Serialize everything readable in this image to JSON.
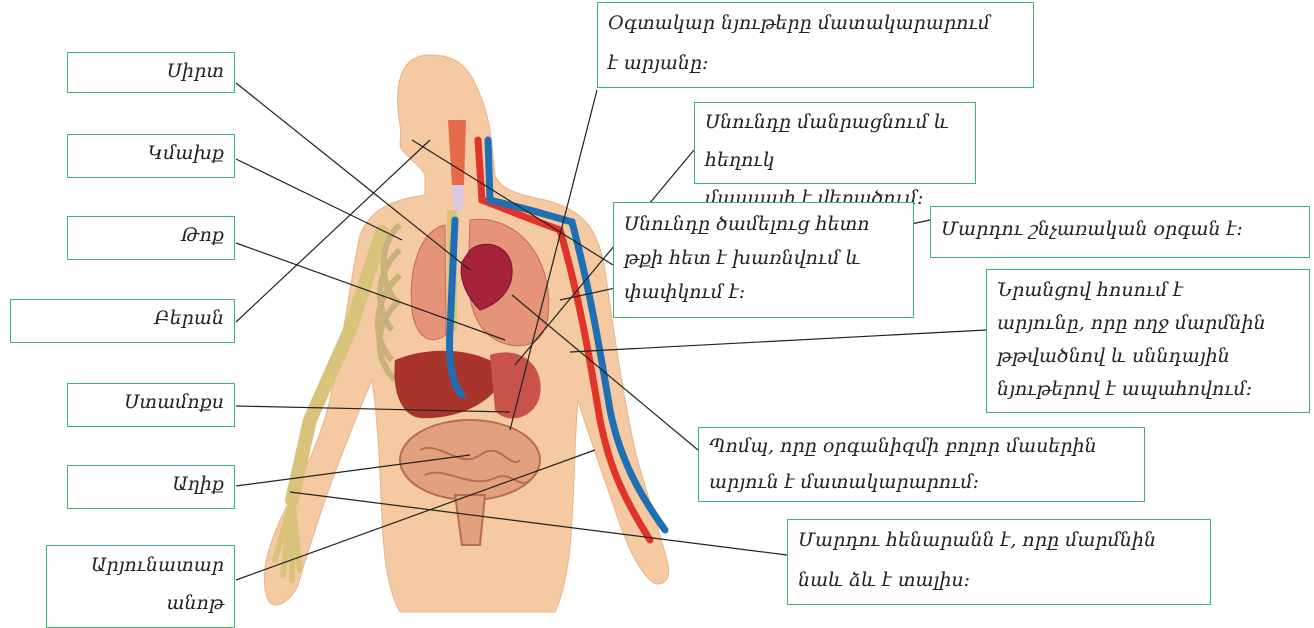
{
  "left_labels": {
    "heart": "Սիրտ",
    "pharynx": "Կմախք",
    "lung": "Թոք",
    "mouth": "Բերան",
    "stomach": "Ստամոքս",
    "intestine": "Աղիք",
    "vessel_line1": "Արյունատար",
    "vessel_line2": "անոթ"
  },
  "right_descriptions": {
    "oxygen_line1": "Օգտակար նյութերը մատակարարում",
    "oxygen_line2": "է արյանը:",
    "food_line1": "Սնունդը մանրացնում և հեղուկ",
    "food_line2": "մասսայի է վերածում:",
    "swallow_line1": "Սնունդը ծամելուց հետո",
    "swallow_line2": "թքի հետ է խառնվում և",
    "swallow_line3": "փափկում է:",
    "breathing": "Մարդու շնչառական օրգան է:",
    "blood_line1": "Նրանցով հոսում է",
    "blood_line2": "արյունը, որը ողջ մարմնին",
    "blood_line3": "թթվածնով և սննդային",
    "blood_line4": "նյութերով է ապահովում:",
    "pump_line1": "Պոմպ, որը օրգանիզմի բոլոր մասերին",
    "pump_line2": "արյուն է մատակարարում:",
    "skeleton_line1": "Մարդու հենարանն է, որը մարմնին",
    "skeleton_line2": "նաև ձև է տալիս:"
  },
  "colors": {
    "box_border": "#3cb371",
    "skin": "#f5c9a2",
    "artery": "#e0342a",
    "vein": "#1f6fb5",
    "bone": "#d9c27a",
    "organ": "#b5433b"
  }
}
